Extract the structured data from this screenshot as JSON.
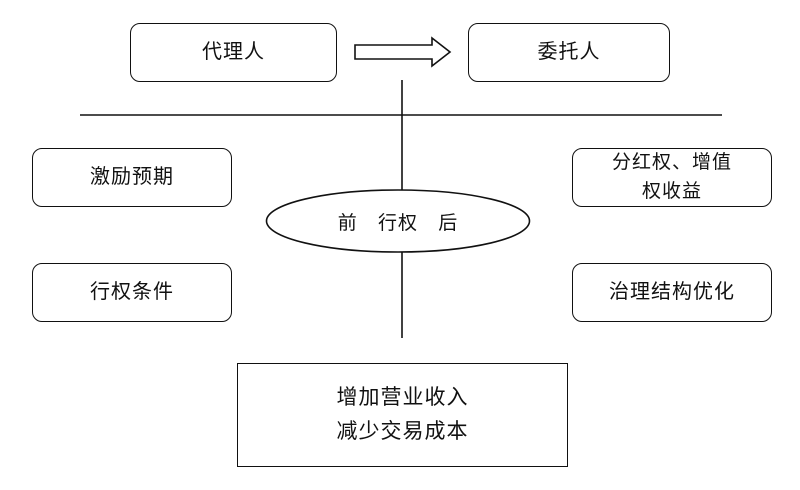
{
  "diagram": {
    "background_color": "#ffffff",
    "line_color": "#111111",
    "nodes": {
      "agent": {
        "label": "代理人"
      },
      "principal": {
        "label": "委托人"
      },
      "incentive": {
        "label": "激励预期"
      },
      "dividend": {
        "lines": [
          "分红权、增值",
          "权收益"
        ]
      },
      "exercise": {
        "label": "前 行权 后"
      },
      "condition": {
        "label": "行权条件"
      },
      "governance": {
        "label": "治理结构优化"
      },
      "outcome": {
        "lines": [
          "增加营业收入",
          "减少交易成本"
        ]
      }
    }
  }
}
